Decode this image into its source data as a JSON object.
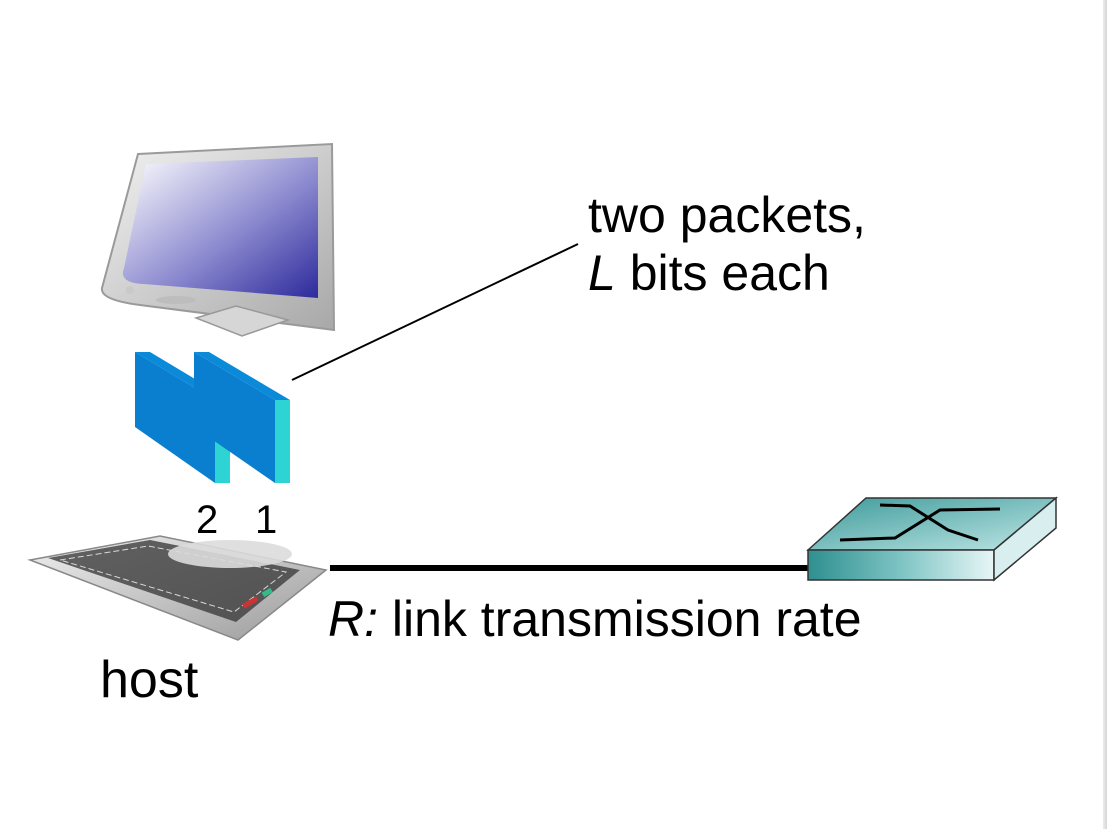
{
  "annotation": {
    "line1": "two packets,",
    "line2_var": "L",
    "line2_rest": " bits each"
  },
  "packets": [
    {
      "label": "2"
    },
    {
      "label": "1"
    }
  ],
  "link": {
    "rate_var": "R:",
    "rate_rest": " link transmission rate"
  },
  "host_label": "host",
  "colors": {
    "packet_face": "#0a7fcf",
    "packet_side": "#2ed3d3",
    "link": "#000000",
    "router_top": "#5fb3b3",
    "monitor_screen": "#2d2a9c"
  },
  "icons": {
    "computer": "desktop-monitor-icon",
    "keyboard": "keyboard-icon",
    "router": "router-icon"
  }
}
